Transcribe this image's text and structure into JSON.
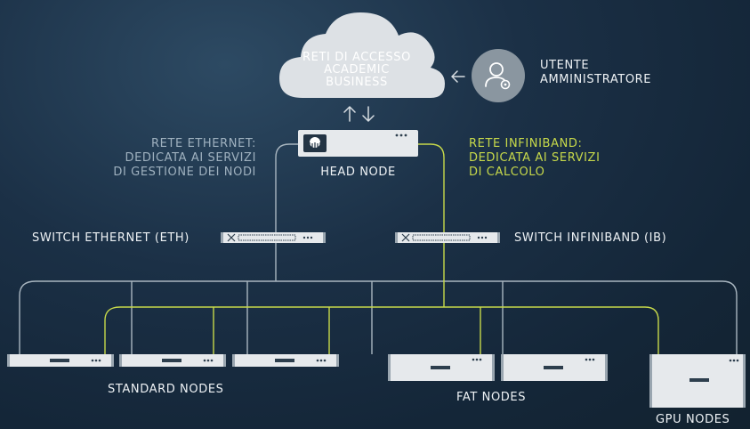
{
  "colors": {
    "ethernet_line": "#a9b6c0",
    "infiniband_line": "#c7d94a",
    "node_fill": "#dfe3e7",
    "node_dark": "#2d3e4d"
  },
  "cloud": {
    "lines": [
      "RETI DI ACCESSO",
      "ACADEMIC",
      "BUSINESS"
    ]
  },
  "user": {
    "icon": "admin-user-icon",
    "label_line1": "UTENTE",
    "label_line2": "AMMINISTRATORE"
  },
  "head_node": {
    "label": "HEAD NODE"
  },
  "ethernet_note": {
    "line1": "RETE ETHERNET:",
    "line2": "DEDICATA AI SERVIZI",
    "line3": "DI GESTIONE DEI NODI"
  },
  "infiniband_note": {
    "line1": "RETE INFINIBAND:",
    "line2": "DEDICATA AI SERVIZI",
    "line3": "DI CALCOLO"
  },
  "switches": {
    "ethernet_label": "SWITCH ETHERNET (ETH)",
    "infiniband_label": "SWITCH INFINIBAND (IB)"
  },
  "node_groups": {
    "standard": "STANDARD NODES",
    "fat": "FAT NODES",
    "gpu": "GPU NODES"
  }
}
